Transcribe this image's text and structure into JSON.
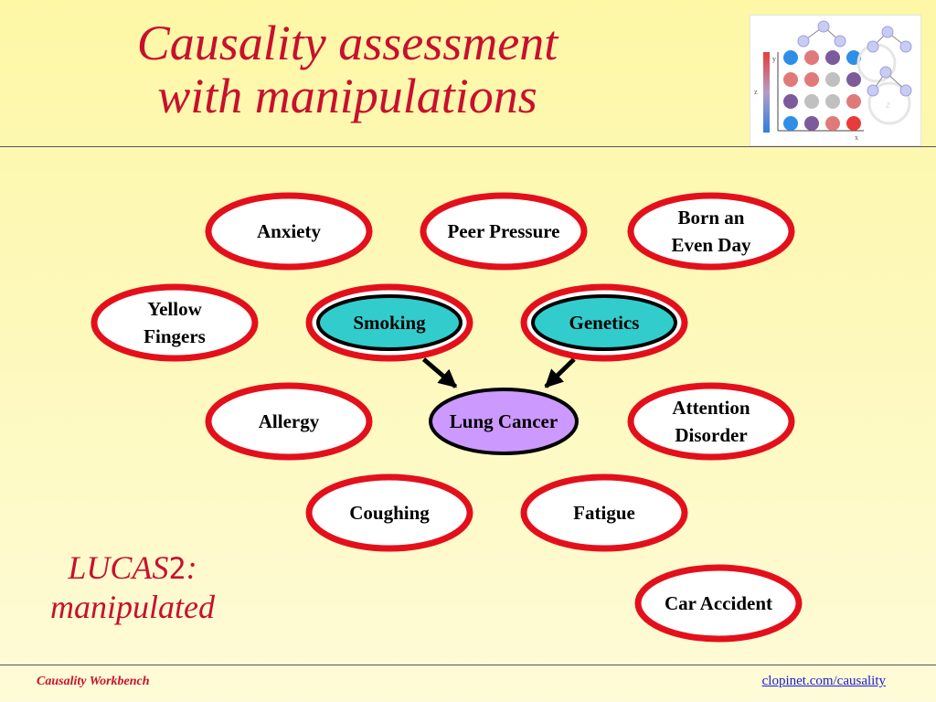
{
  "title_line1": "Causality assessment",
  "title_line2": "with manipulations",
  "subtitle_prefix": "LUCAS",
  "subtitle_num": "2",
  "subtitle_suffix": ":",
  "subtitle_line2": "manipulated",
  "footer_left": "Causality Workbench",
  "footer_right": "clopinet.com/causality",
  "thumbnail_labels": {
    "axis_y": "y",
    "axis_x": "x",
    "axis_z": "z",
    "node_z": "z"
  },
  "colors": {
    "title": "#c8102e",
    "node_border": "#e3101c",
    "manipulated_fill": "#33cccc",
    "target_fill": "#cc99ff",
    "link": "#1a1ad6"
  },
  "nodes": [
    {
      "id": "anxiety",
      "lines": [
        "Anxiety"
      ],
      "type": "normal"
    },
    {
      "id": "peer-pressure",
      "lines": [
        "Peer Pressure"
      ],
      "type": "normal"
    },
    {
      "id": "born-even-day",
      "lines": [
        "Born an",
        "Even Day"
      ],
      "type": "normal"
    },
    {
      "id": "yellow-fingers",
      "lines": [
        "Yellow",
        "Fingers"
      ],
      "type": "normal"
    },
    {
      "id": "smoking",
      "lines": [
        "Smoking"
      ],
      "type": "manipulated"
    },
    {
      "id": "genetics",
      "lines": [
        "Genetics"
      ],
      "type": "manipulated"
    },
    {
      "id": "allergy",
      "lines": [
        "Allergy"
      ],
      "type": "normal"
    },
    {
      "id": "lung-cancer",
      "lines": [
        "Lung Cancer"
      ],
      "type": "target"
    },
    {
      "id": "attention-disorder",
      "lines": [
        "Attention",
        "Disorder"
      ],
      "type": "normal"
    },
    {
      "id": "coughing",
      "lines": [
        "Coughing"
      ],
      "type": "normal"
    },
    {
      "id": "fatigue",
      "lines": [
        "Fatigue"
      ],
      "type": "normal"
    },
    {
      "id": "car-accident",
      "lines": [
        "Car Accident"
      ],
      "type": "normal"
    }
  ],
  "edges": [
    {
      "from": "smoking",
      "to": "lung-cancer"
    },
    {
      "from": "genetics",
      "to": "lung-cancer"
    }
  ]
}
